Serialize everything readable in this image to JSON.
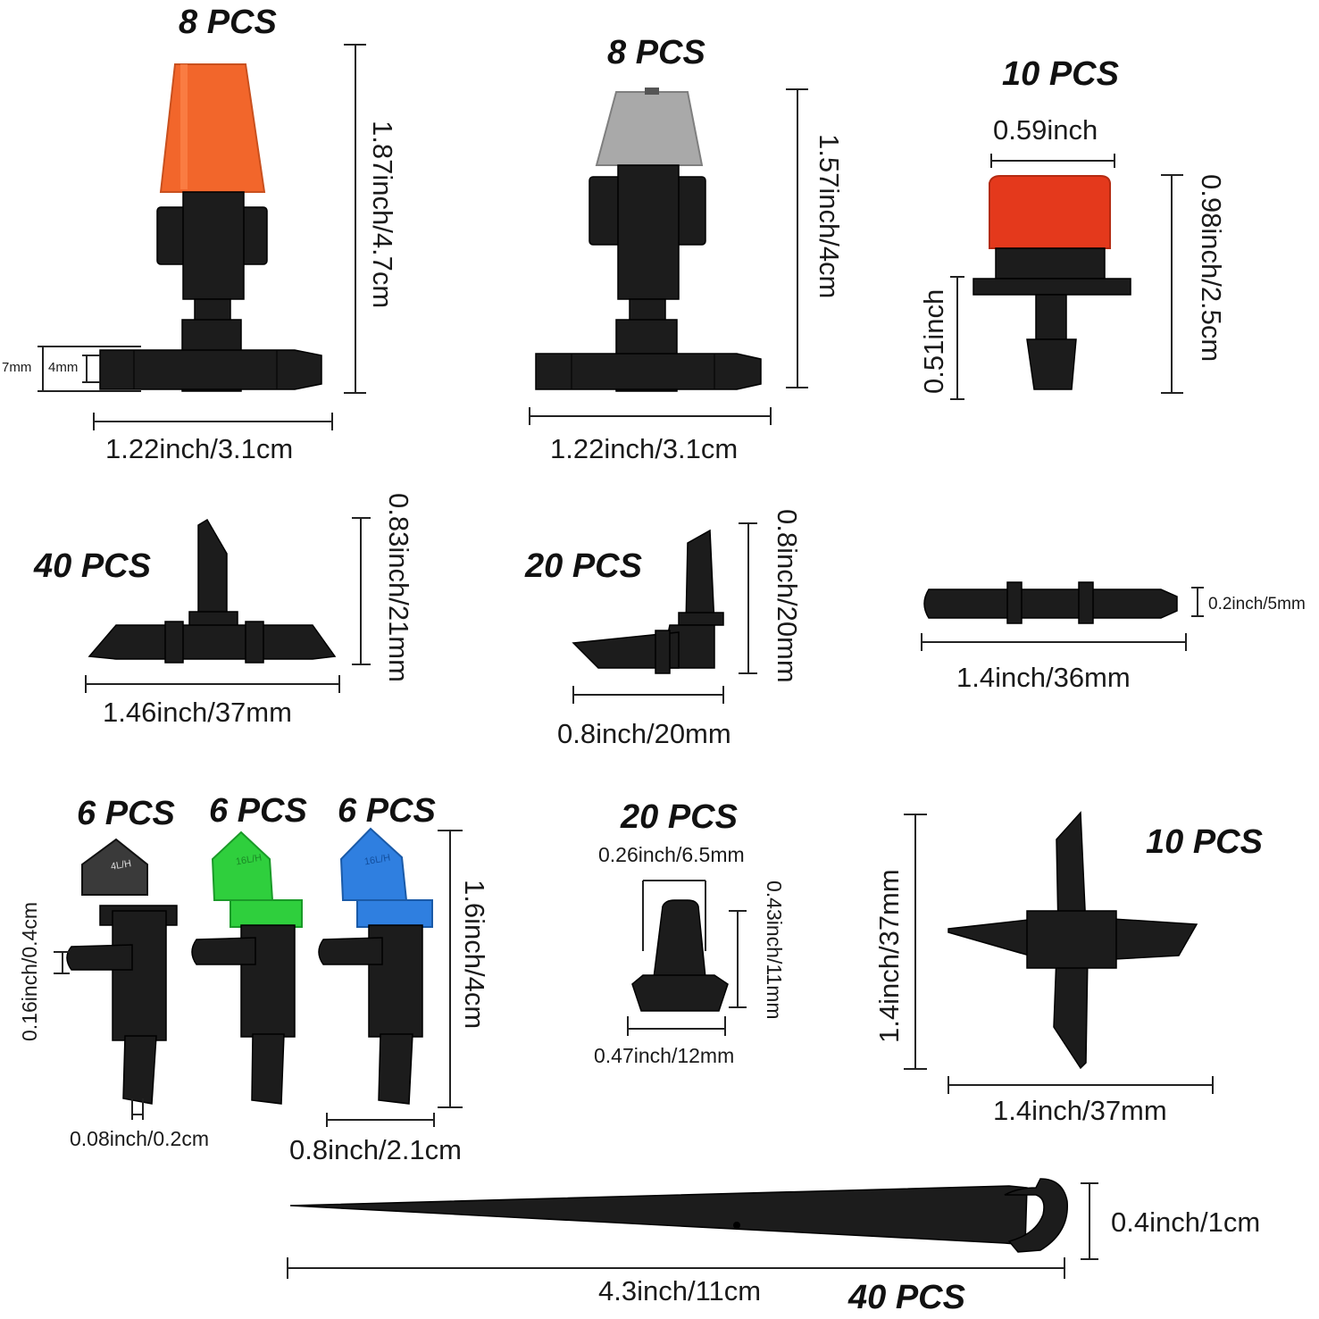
{
  "accent_colors": {
    "orange": "#f2662b",
    "gray": "#a9a9a9",
    "red": "#e4391c",
    "green": "#2fcf3d",
    "blue": "#2f7fe0",
    "black_plastic": "#1c1c1c"
  },
  "items": {
    "orange_sprayer": {
      "qty": "8 PCS",
      "height": "1.87inch/4.7cm",
      "width": "1.22inch/3.1cm",
      "outer": "7mm",
      "inner": "4mm"
    },
    "gray_sprayer": {
      "qty": "8 PCS",
      "height": "1.57inch/4cm",
      "width": "1.22inch/3.1cm"
    },
    "red_dripper": {
      "qty": "10 PCS",
      "top": "0.59inch",
      "stem": "0.51inch",
      "height": "0.98inch/2.5cm"
    },
    "tee": {
      "qty": "40 PCS",
      "height": "0.83inch/21mm",
      "width": "1.46inch/37mm"
    },
    "elbow": {
      "qty": "20 PCS",
      "height": "0.8inch/20mm",
      "width": "0.8inch/20mm"
    },
    "straight": {
      "width": "1.4inch/36mm",
      "diameter": "0.2inch/5mm"
    },
    "valves": {
      "qty_black": "6 PCS",
      "qty_green": "6 PCS",
      "qty_blue": "6 PCS",
      "black_label": "4L/H",
      "green_label": "16L/H",
      "blue_label": "16L/H",
      "inlet": "0.16inch/0.4cm",
      "outlet": "0.08inch/0.2cm",
      "height": "1.6inch/4cm",
      "width": "0.8inch/2.1cm"
    },
    "plug": {
      "qty": "20 PCS",
      "top": "0.26inch/6.5mm",
      "height": "0.43inch/11mm",
      "base": "0.47inch/12mm"
    },
    "cross": {
      "qty": "10 PCS",
      "height": "1.4inch/37mm",
      "width": "1.4inch/37mm"
    },
    "stake": {
      "qty": "40 PCS",
      "length": "4.3inch/11cm",
      "hook": "0.4inch/1cm"
    }
  }
}
